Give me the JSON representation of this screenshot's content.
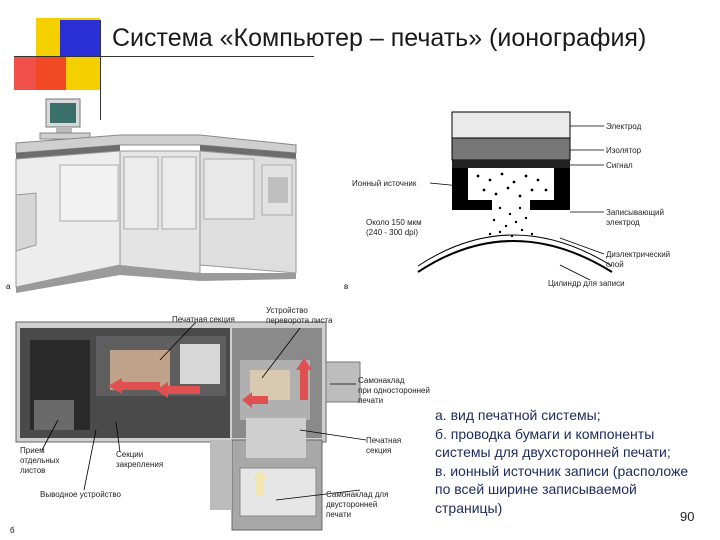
{
  "title": "Система «Компьютер – печать» (ионография)",
  "photo_a": {
    "tag": "а"
  },
  "diagram_v": {
    "tag": "в",
    "labels": {
      "electrode": "Электрод",
      "insulator": "Изолятор",
      "signal": "Сигнал",
      "ion_source": "Ионный источник",
      "pitch_line1": "Около 150 мкм",
      "pitch_line2": "(240 - 300 dpi)",
      "recording_electrode_line1": "Записывающий",
      "recording_electrode_line2": "электрод",
      "dielectric_line1": "Диэлектрический",
      "dielectric_line2": "слой",
      "cylinder": "Цилиндр для записи"
    }
  },
  "diagram_b": {
    "tag": "б",
    "labels": {
      "print_section_top": "Печатная секция",
      "turn_device_line1": "Устройство",
      "turn_device_line2": "переворота листа",
      "feeder_one_line1": "Самонаклад",
      "feeder_one_line2": "при односторонней",
      "feeder_one_line3": "печати",
      "print_section_right_line1": "Печатная",
      "print_section_right_line2": "секция",
      "feeder_two_line1": "Самонаклад для",
      "feeder_two_line2": "двусторонней",
      "feeder_two_line3": "печати",
      "receive_line1": "Прием",
      "receive_line2": "отдельных",
      "receive_line3": "листов",
      "sections_line1": "Секции",
      "sections_line2": "закрепления",
      "output_device": "Выводное устройство"
    }
  },
  "caption": "а. вид печатной системы;\nб. проводка бумаги и компоненты\nсистемы для двухсторонней печати;\nв. ионный источник записи (расположе\nпо всей ширине записываемой\nстраницы)",
  "page_number": "90",
  "colors": {
    "deco_blue": "#2b2fd6",
    "deco_yellow": "#f5d000",
    "deco_red": "#e8221a",
    "arrow_red": "#e05050",
    "caption_text": "#1c2a5a"
  }
}
